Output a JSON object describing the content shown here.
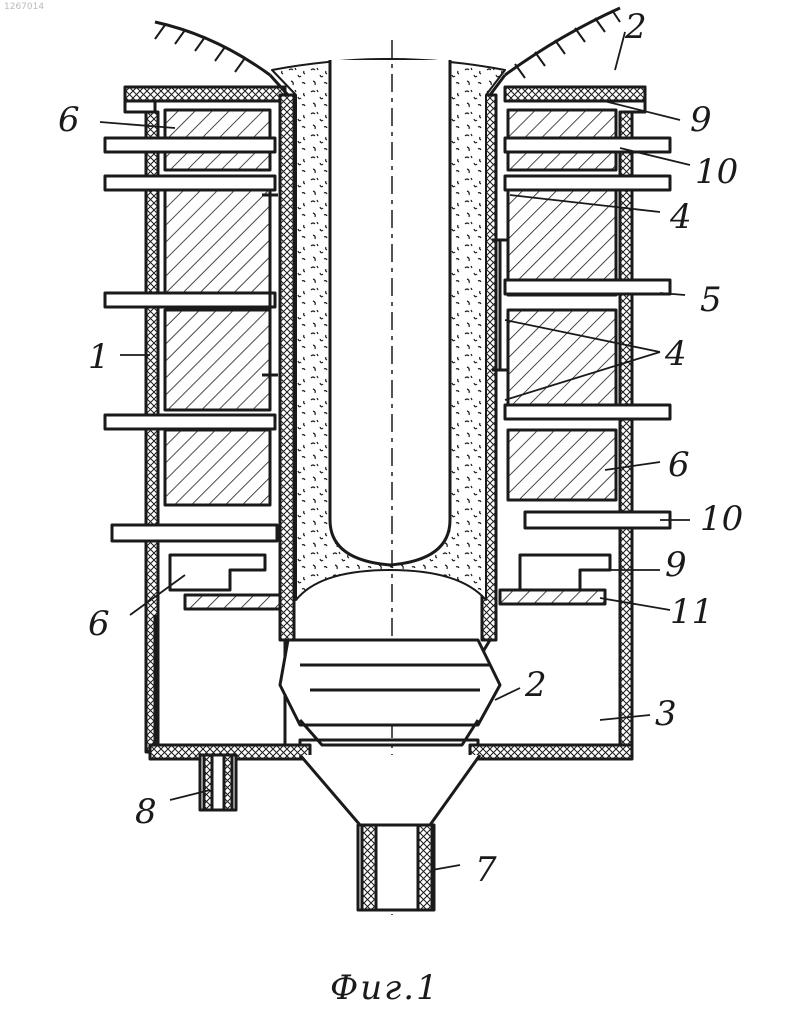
{
  "stamp": "1267014",
  "caption": "Фиг.1",
  "labels": {
    "l2_top": "2",
    "l6_tl": "6",
    "l9_tr": "9",
    "l10_tr": "10",
    "l4_a": "4",
    "l5": "5",
    "l4_b": "4",
    "l1": "1",
    "l6_r": "6",
    "l10_r": "10",
    "l9_r": "9",
    "l6_bl": "6",
    "l11": "11",
    "l2_mid": "2",
    "l3": "3",
    "l8": "8",
    "l7": "7"
  },
  "colors": {
    "ink": "#1a1a1a",
    "paper": "#ffffff"
  }
}
